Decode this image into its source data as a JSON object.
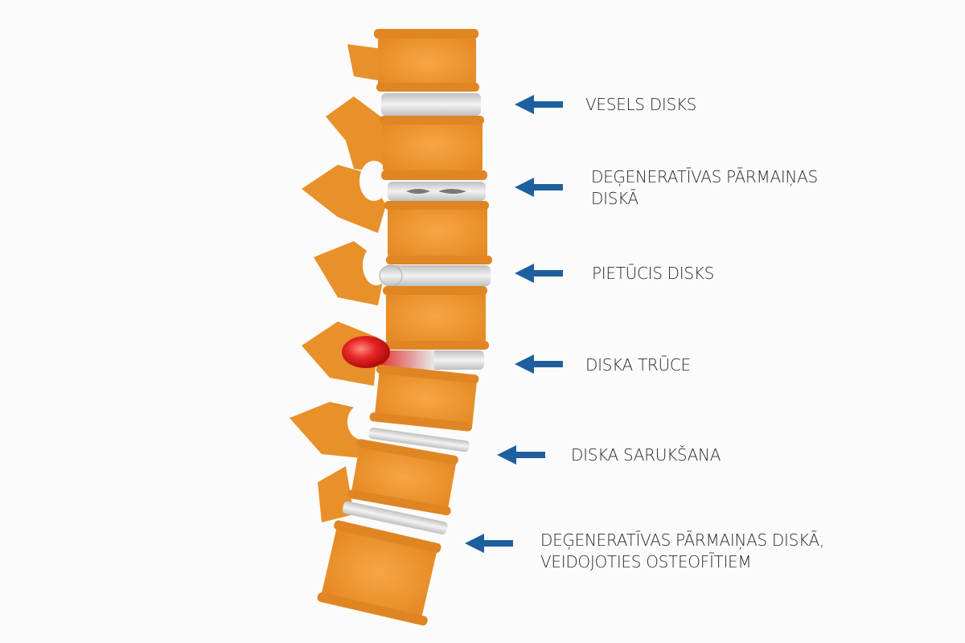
{
  "colors": {
    "bone": "#f0972e",
    "bone_dark": "#d9791c",
    "disc": "#d9d9d9",
    "arrow": "#1d5f9f",
    "hernia": "#e02020"
  },
  "labels": [
    {
      "lines": [
        "VESELS DISKS"
      ]
    },
    {
      "lines": [
        "DEĢENERATĪVAS PĀRMAIŅAS",
        "DISKĀ"
      ]
    },
    {
      "lines": [
        "PIETŪCIS DISKS"
      ]
    },
    {
      "lines": [
        "DISKA TRŪCE"
      ]
    },
    {
      "lines": [
        "DISKA SARUKŠANA"
      ]
    },
    {
      "lines": [
        "DEĢENERATĪVAS PĀRMAIŅAS DISKĀ,",
        "VEIDOJOTIES OSTEOFĪTIEM"
      ]
    }
  ]
}
